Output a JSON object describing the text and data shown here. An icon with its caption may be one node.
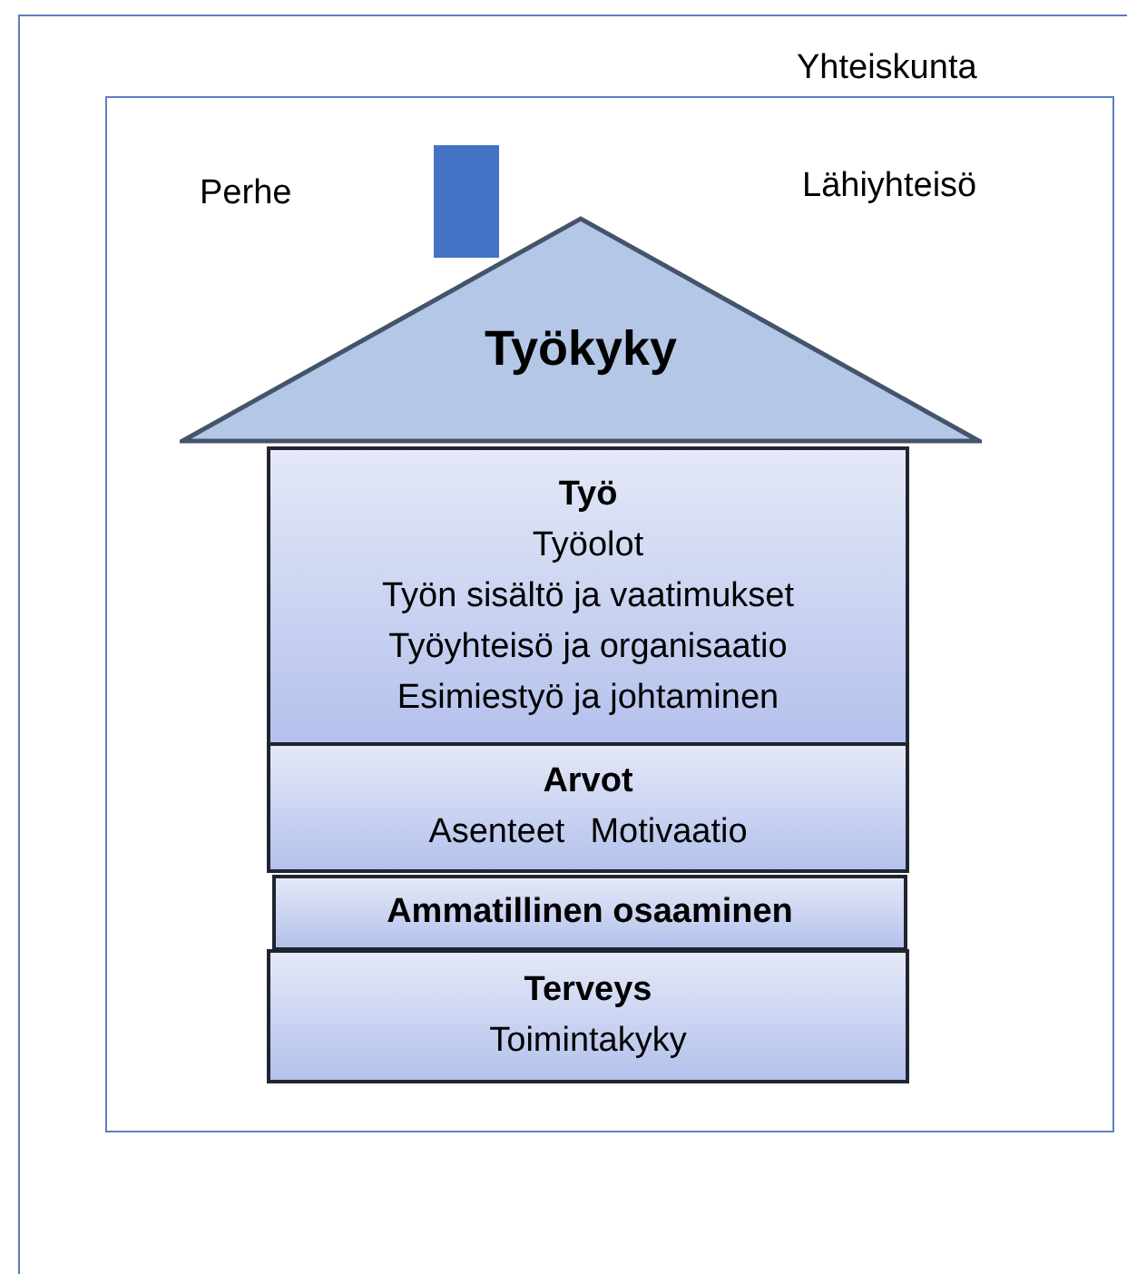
{
  "diagram": {
    "nodes": [
      {
        "text": [
          "Yhteiskunta"
        ]
      },
      {
        "text": [
          "Lähiyhteisö"
        ],
        "in": 0
      },
      {
        "text": [
          "Työkyky"
        ],
        "in": 1
      },
      {
        "text": [
          "Työ",
          "Työolot",
          "Työn sisältö ja vaatimukset",
          "Työyhteisö ja organisaatio",
          "Esimiestyö ja johtaminen"
        ],
        "in": 1
      },
      {
        "text": [
          "Arvot",
          "Asenteet",
          "Motivaatio"
        ],
        "in": 1
      },
      {
        "text": [
          "Ammatillinen osaaminen"
        ],
        "in": 1
      },
      {
        "text": [
          "Terveys",
          "Toimintakyky"
        ],
        "in": 1
      }
    ],
    "edges": [],
    "labels": [
      "Perhe"
    ]
  }
}
